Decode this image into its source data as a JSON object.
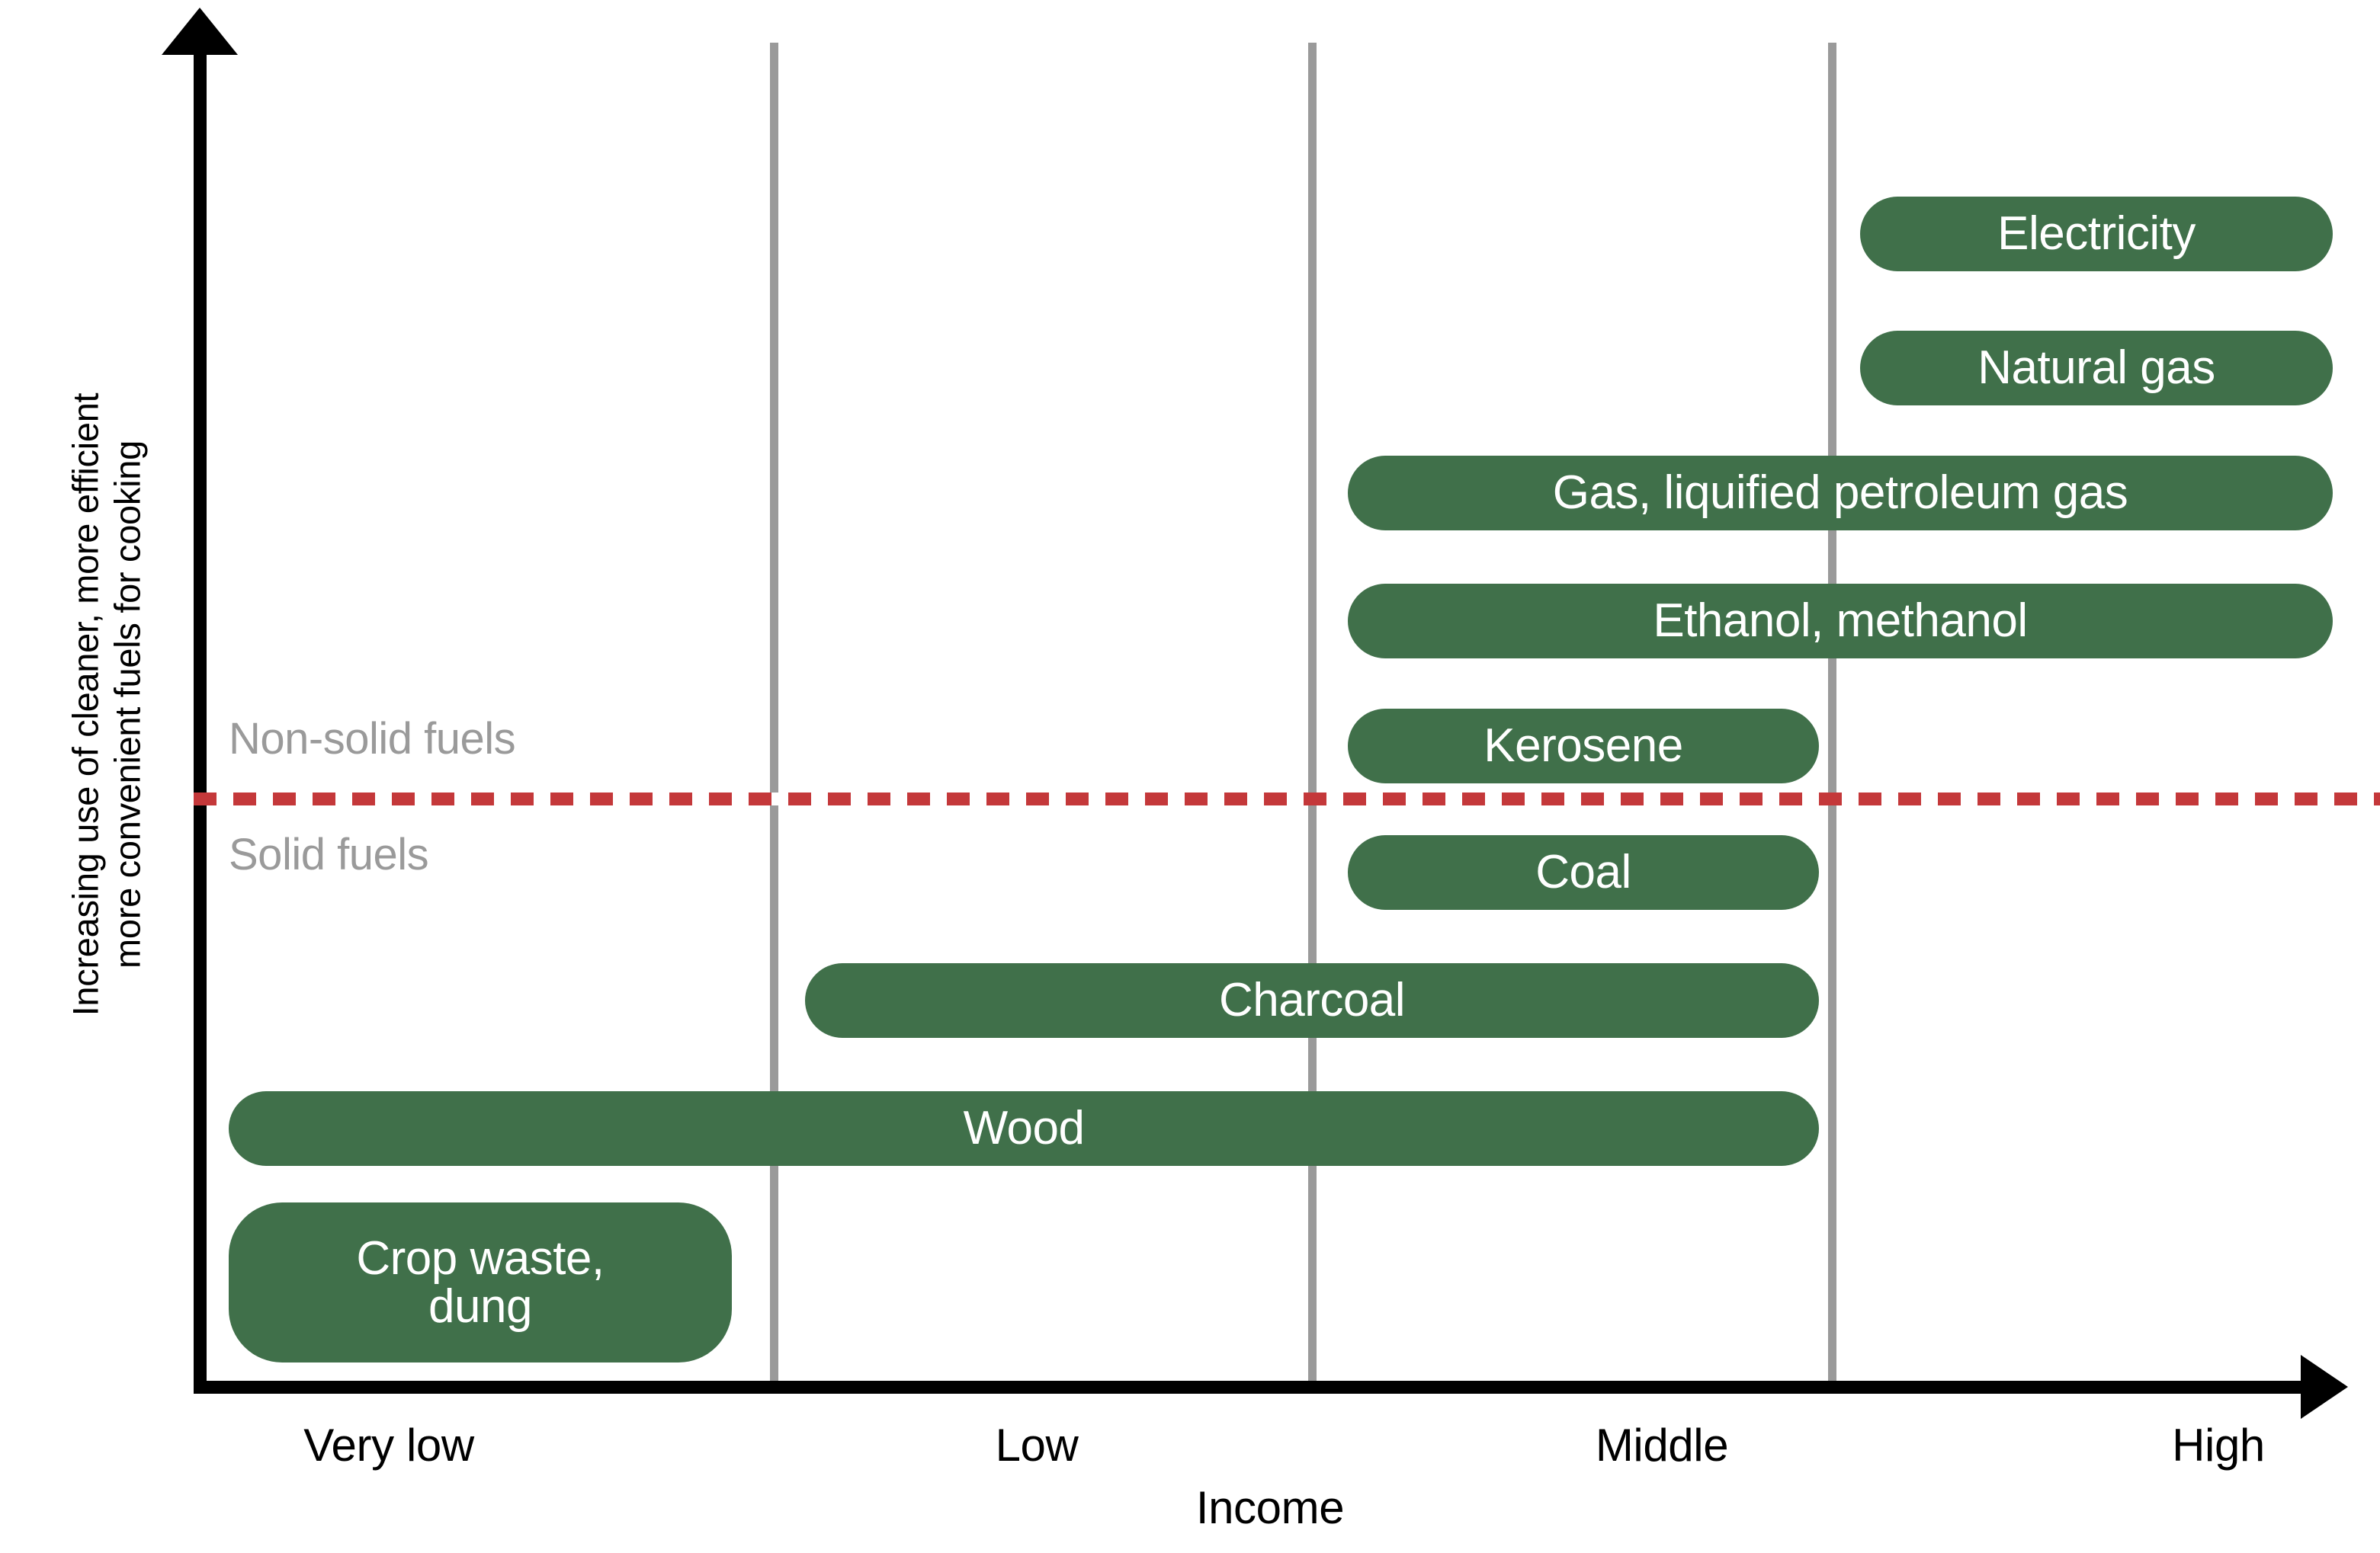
{
  "chart_data": {
    "type": "bar",
    "title": "",
    "subtitle": "",
    "xlabel": "Income",
    "ylabel": "Increasing use of cleaner, more efficient\nmore convenient fuels for cooking",
    "xlabel_line1": "Increasing use of cleaner, more efficient",
    "xlabel_line2": "more convenient fuels for cooking",
    "x_tick_labels": [
      "Very low",
      "Low",
      "Middle",
      "High"
    ],
    "grid": true,
    "legend": "none",
    "orientation": "horizontal",
    "accent_color": "#40704a",
    "gridline_color": "#9a9a9a",
    "threshold_color": "#c4383a",
    "zone_label_color": "#9a9a9a",
    "axis_color": "#000000",
    "x_categories_note": "Income levels, ordinal axis: Very low, Low, Middle, High",
    "threshold": {
      "label_above": "Non-solid fuels",
      "label_below": "Solid fuels",
      "style": "dashed"
    },
    "categories": [
      "Electricity",
      "Natural gas",
      "Gas, liquified petroleum gas",
      "Ethanol, methanol",
      "Kerosene",
      "Coal",
      "Charcoal",
      "Wood",
      "Crop waste, dung"
    ],
    "bars": [
      {
        "label": "Electricity",
        "x_start": "High",
        "x_end": "High+",
        "x_start_frac": 0.79,
        "x_end_frac": 1.0,
        "group": "non-solid",
        "rank": 9
      },
      {
        "label": "Natural gas",
        "x_start": "High",
        "x_end": "High+",
        "x_start_frac": 0.79,
        "x_end_frac": 1.0,
        "group": "non-solid",
        "rank": 8
      },
      {
        "label": "Gas, liquified petroleum gas",
        "x_start": "Low-Middle",
        "x_end": "High+",
        "x_start_frac": 0.56,
        "x_end_frac": 1.0,
        "group": "non-solid",
        "rank": 7
      },
      {
        "label": "Ethanol, methanol",
        "x_start": "Low-Middle",
        "x_end": "High+",
        "x_start_frac": 0.56,
        "x_end_frac": 1.0,
        "group": "non-solid",
        "rank": 6
      },
      {
        "label": "Kerosene",
        "x_start": "Low-Middle",
        "x_end": "Middle",
        "x_start_frac": 0.56,
        "x_end_frac": 0.78,
        "group": "non-solid",
        "rank": 5
      },
      {
        "label": "Coal",
        "x_start": "Low-Middle",
        "x_end": "Middle",
        "x_start_frac": 0.56,
        "x_end_frac": 0.78,
        "group": "solid",
        "rank": 4
      },
      {
        "label": "Charcoal",
        "x_start": "Very low-Low",
        "x_end": "Middle",
        "x_start_frac": 0.28,
        "x_end_frac": 0.78,
        "group": "solid",
        "rank": 3
      },
      {
        "label": "Wood",
        "x_start": "Very low",
        "x_end": "Middle",
        "x_start_frac": 0.02,
        "x_end_frac": 0.78,
        "group": "solid",
        "rank": 2
      },
      {
        "label": "Crop waste,\ndung",
        "x_start": "Very low",
        "x_end": "Very low-Low",
        "x_start_frac": 0.02,
        "x_end_frac": 0.27,
        "group": "solid",
        "rank": 1
      }
    ]
  },
  "axes": {
    "y_title_line1": "Increasing use of cleaner, more efficient",
    "y_title_line2": "more convenient fuels for cooking",
    "x_title": "Income"
  },
  "zones": {
    "non_solid": "Non-solid fuels",
    "solid": "Solid fuels"
  },
  "ticks": {
    "t0": "Very low",
    "t1": "Low",
    "t2": "Middle",
    "t3": "High"
  },
  "bars": {
    "b0": "Electricity",
    "b1": "Natural gas",
    "b2": "Gas, liquified petroleum gas",
    "b3": "Ethanol, methanol",
    "b4": "Kerosene",
    "b5": "Coal",
    "b6": "Charcoal",
    "b7": "Wood",
    "b8": "Crop waste,\ndung"
  }
}
